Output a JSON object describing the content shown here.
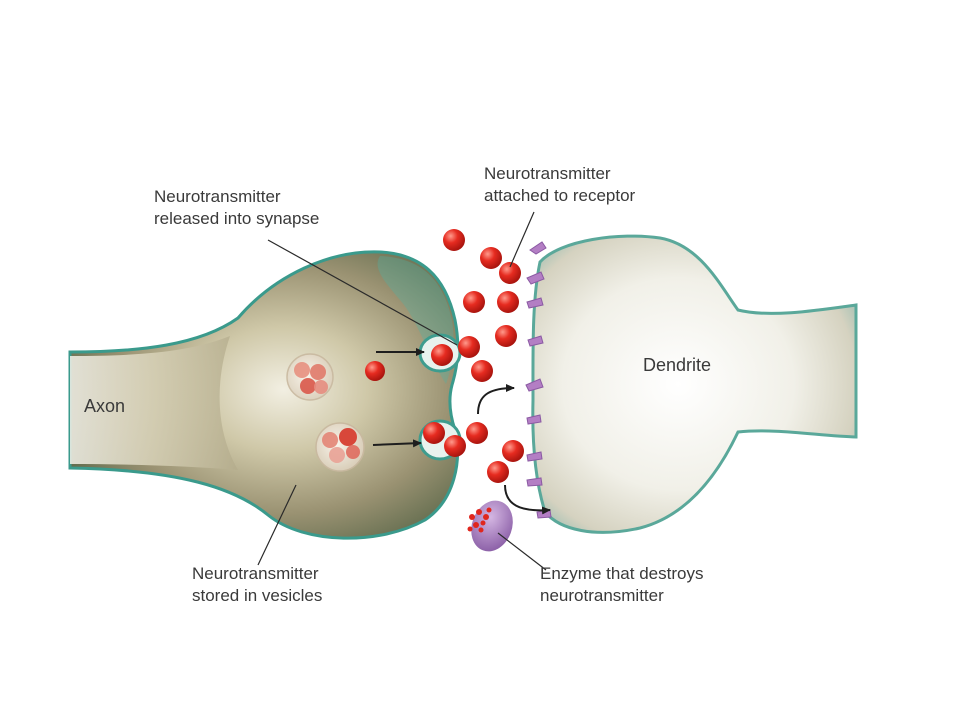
{
  "labels": {
    "released": [
      "Neurotransmitter",
      "released into synapse"
    ],
    "attached": [
      "Neurotransmitter",
      "attached to receptor"
    ],
    "stored": [
      "Neurotransmitter",
      "stored in vesicles"
    ],
    "enzyme": [
      "Enzyme that destroys",
      "neurotransmitter"
    ],
    "axon": "Axon",
    "dendrite": "Dendrite"
  },
  "colors": {
    "neurotransmitter": "#e0261d",
    "axon_body": "#a89f7c",
    "axon_edge": "#2f9a8f",
    "dendrite_body": "#efeee6",
    "receptor": "#b37ec4",
    "enzyme": "#9b6fb2",
    "arrow": "#1e1e1e",
    "label_text": "#3a3a3a"
  }
}
